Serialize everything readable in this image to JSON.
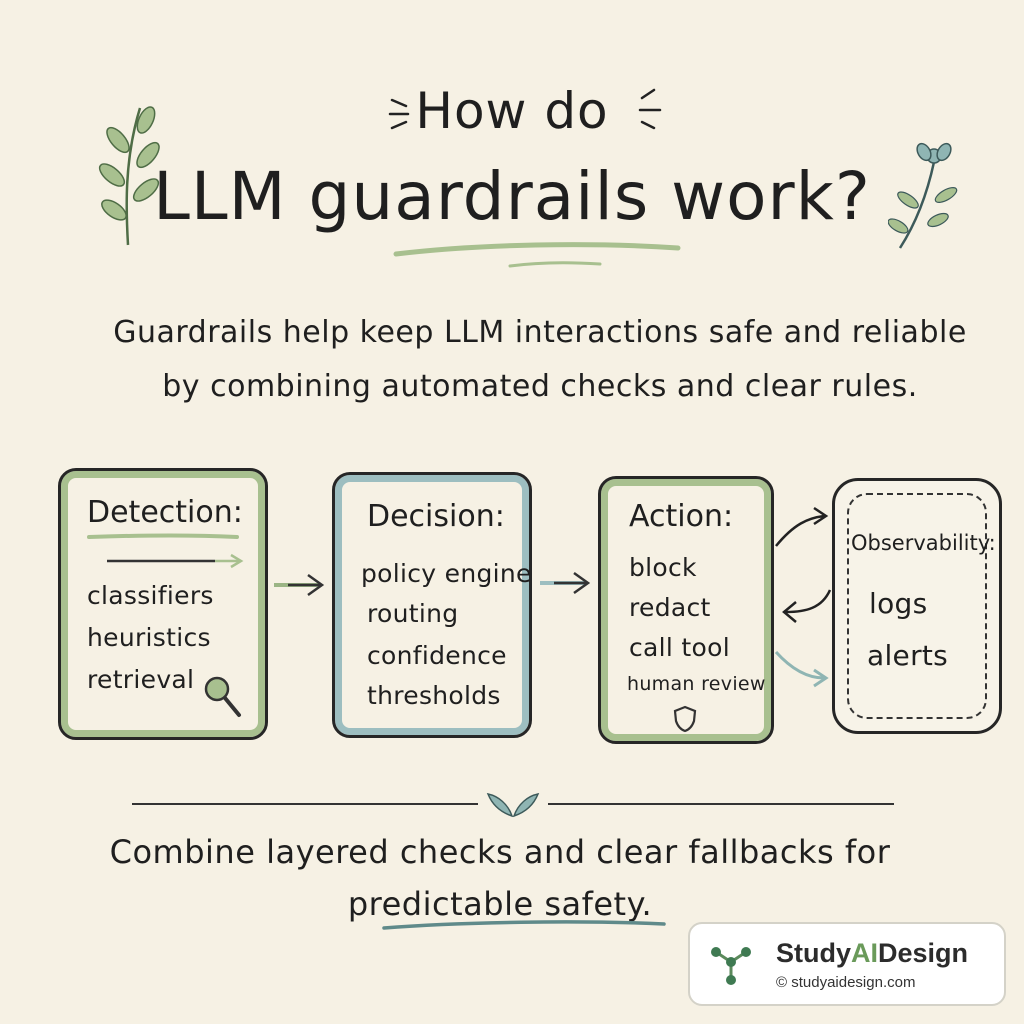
{
  "title": {
    "line1": "How do",
    "line2": "LLM guardrails work?"
  },
  "intro": {
    "line1": "Guardrails help keep LLM interactions safe and reliable",
    "line2": "by combining automated checks and clear rules."
  },
  "stages": [
    {
      "heading": "Detection:",
      "items": [
        "classifiers",
        "heuristics",
        "retrieval"
      ],
      "icon": "magnifier-icon",
      "accent": "#a8c08f"
    },
    {
      "heading": "Decision:",
      "items": [
        "policy engine",
        "routing",
        "confidence",
        "thresholds"
      ],
      "accent": "#9dbec0"
    },
    {
      "heading": "Action:",
      "items": [
        "block",
        "redact",
        "call tool",
        "human review"
      ],
      "icon": "shield-icon",
      "accent": "#a8c08f"
    },
    {
      "heading": "Observability:",
      "items": [
        "logs",
        "alerts"
      ]
    }
  ],
  "conclusion": {
    "line1": "Combine layered checks and clear fallbacks for",
    "line2": "predictable safety."
  },
  "badge": {
    "brand_prefix": "Study",
    "brand_ai": "AI",
    "brand_suffix": "Design",
    "copyright": "© studyaidesign.com"
  },
  "colors": {
    "background": "#f6f1e4",
    "green_accent": "#a8c08f",
    "teal_accent": "#9dbec0",
    "ink": "#1f1f1f"
  }
}
